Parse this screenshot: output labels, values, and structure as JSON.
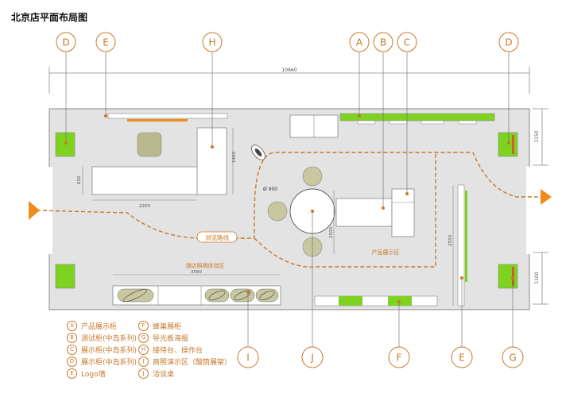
{
  "title": "北京店平面布局图",
  "colors": {
    "accent": "#c8782a",
    "green": "#7ed321",
    "floor": "#e3e3e3",
    "furniture": "#ffffff",
    "stroke": "#8a8a8a"
  },
  "dimensions": {
    "overall_width": "10660",
    "right_top": "1150",
    "right_bottom": "1100",
    "desk_height": "1400",
    "desk_width": "2200",
    "desk_depth": "650",
    "table_diameter": "Ø 900",
    "table_depth": "2500",
    "cabinet_length": "3560",
    "tall_cabinet": "2550"
  },
  "labels": {
    "path": "浏览路线",
    "hotel_zone": "酒店照明体验区",
    "product_zone": "产品展示区"
  },
  "markers": {
    "top": [
      "D",
      "E",
      "H",
      "A",
      "B",
      "C",
      "D"
    ],
    "bottom": [
      "I",
      "J",
      "F",
      "E",
      "G"
    ]
  },
  "legend": [
    {
      "key": "A",
      "text": "产品展示柜"
    },
    {
      "key": "B",
      "text": "测试柜(中岛系列)"
    },
    {
      "key": "C",
      "text": "展示柜(中岛系列)"
    },
    {
      "key": "D",
      "text": "展示柜(中岛系列)"
    },
    {
      "key": "E",
      "text": "Logo墙"
    },
    {
      "key": "F",
      "text": "蜂巢展柜"
    },
    {
      "key": "G",
      "text": "导光板海报"
    },
    {
      "key": "H",
      "text": "接待台、操作台"
    },
    {
      "key": "I",
      "text": "商照演示区（酸筒展架）"
    },
    {
      "key": "J",
      "text": "洽谈桌"
    }
  ]
}
